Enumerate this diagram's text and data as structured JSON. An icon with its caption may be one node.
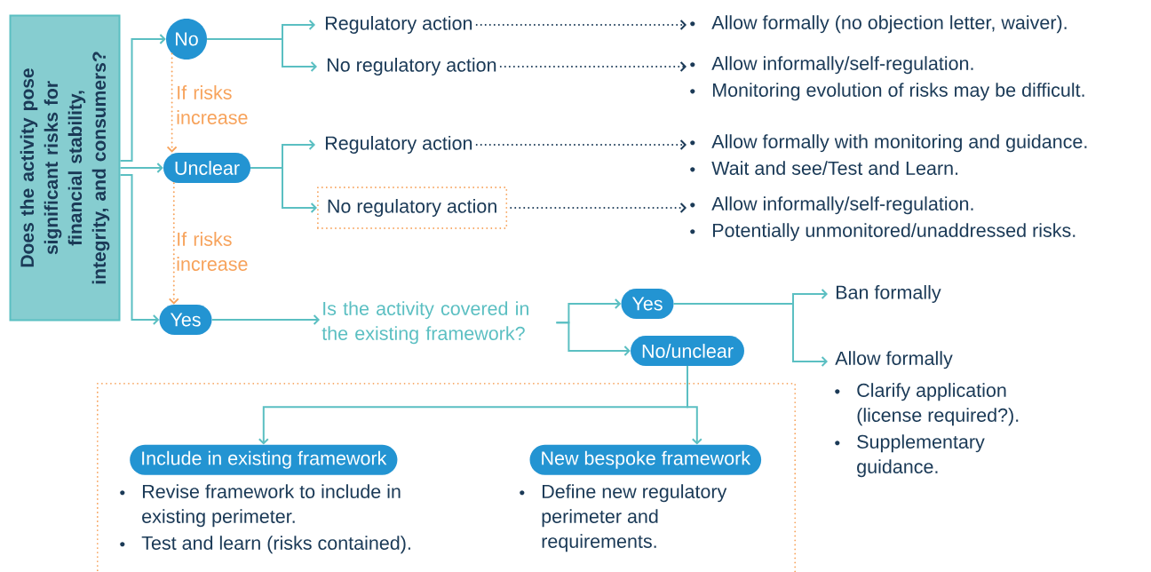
{
  "diagram": {
    "nodes": [
      {
        "text": [
          "Does the activity pose significant risks for financial stability, integrity, and consumers?"
        ]
      },
      {
        "text": [
          "No"
        ]
      },
      {
        "text": [
          "Unclear"
        ]
      },
      {
        "text": [
          "Yes"
        ]
      },
      {
        "text": [
          "Regulatory action"
        ]
      },
      {
        "text": [
          "No regulatory action"
        ]
      },
      {
        "text": [
          "Regulatory action"
        ]
      },
      {
        "text": [
          "No regulatory action"
        ]
      },
      {
        "text": [
          "Allow formally (no objection letter, waiver)."
        ]
      },
      {
        "text": [
          "Allow informally/self-regulation.",
          "Monitoring evolution of risks may be difficult."
        ]
      },
      {
        "text": [
          "Allow formally with monitoring and guidance.",
          "Wait and see/Test and Learn."
        ]
      },
      {
        "text": [
          "Allow informally/self-regulation.",
          "Potentially unmonitored/unaddressed risks."
        ]
      },
      {
        "text": [
          "Is the activity covered in the existing framework?"
        ]
      },
      {
        "text": [
          "Yes"
        ]
      },
      {
        "text": [
          "No/unclear"
        ]
      },
      {
        "text": [
          "Ban formally"
        ]
      },
      {
        "text": [
          "Allow formally",
          "Clarify application (license required?).",
          "Supplementary guidance."
        ]
      },
      {
        "text": [],
        "shape": "box"
      },
      {
        "text": [
          "Include in existing framework"
        ],
        "in": 17,
        "beside": [
          "Revise framework to include in existing perimeter.",
          "Test and learn (risks contained)."
        ]
      },
      {
        "text": [
          "New bespoke framework"
        ],
        "in": 17,
        "beside": [
          "Define new regulatory perimeter and requirements."
        ]
      }
    ],
    "edges": [
      {
        "from": 0,
        "to": 1,
        "arrow": "to"
      },
      {
        "from": 0,
        "to": 2,
        "arrow": "to"
      },
      {
        "from": 0,
        "to": 3,
        "arrow": "to"
      },
      {
        "from": 1,
        "to": 4,
        "arrow": "to"
      },
      {
        "from": 1,
        "to": 5,
        "arrow": "to"
      },
      {
        "from": 2,
        "to": 6,
        "arrow": "to"
      },
      {
        "from": 2,
        "to": 7,
        "arrow": "to"
      },
      {
        "from": 4,
        "to": 8,
        "arrow": "to",
        "style": "dashed",
        "color": "#1b3a57"
      },
      {
        "from": 5,
        "to": 9,
        "arrow": "to",
        "style": "dashed",
        "color": "#1b3a57"
      },
      {
        "from": 6,
        "to": 10,
        "arrow": "to",
        "style": "dashed",
        "color": "#1b3a57"
      },
      {
        "from": 7,
        "to": 11,
        "arrow": "to",
        "style": "dashed",
        "color": "#1b3a57"
      },
      {
        "from": 1,
        "to": 2,
        "arrow": "to",
        "style": "dashed",
        "color": "#f7a35c",
        "label": "If risks increase"
      },
      {
        "from": 2,
        "to": 3,
        "arrow": "to",
        "style": "dashed",
        "color": "#f7a35c",
        "label": "If risks increase"
      },
      {
        "from": 3,
        "to": 12,
        "arrow": "to"
      },
      {
        "from": 12,
        "to": 13,
        "arrow": "to"
      },
      {
        "from": 12,
        "to": 14,
        "arrow": "to"
      },
      {
        "from": 13,
        "to": 15,
        "arrow": "to"
      },
      {
        "from": 13,
        "to": 16,
        "arrow": "to"
      },
      {
        "from": 14,
        "to": 18,
        "arrow": "to"
      },
      {
        "from": 14,
        "to": 19,
        "arrow": "to"
      }
    ]
  }
}
